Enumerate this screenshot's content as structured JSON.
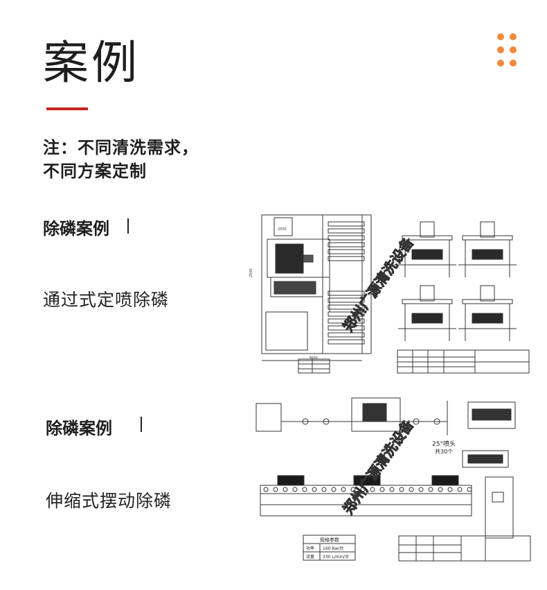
{
  "header": {
    "title": "案例",
    "accent_color": "#c8241d",
    "dot_color": "#f08a3c"
  },
  "note": {
    "line1": "注：不同清洗需求，",
    "line2": "不同方案定制"
  },
  "cases": [
    {
      "label": "除磷案例",
      "subtitle": "通过式定喷除磷",
      "drawing_dims": {
        "width": "3600",
        "height": "2500"
      },
      "watermark": "郑州广源清洗设备"
    },
    {
      "label": "除磷案例",
      "subtitle": "伸缩式摆动除磷",
      "nozzle_note": "25°喷头",
      "nozzle_count": "共30个",
      "spec_table": {
        "title": "规格参数",
        "rows": [
          {
            "name": "功率",
            "value": "160 Kw/台"
          },
          {
            "name": "流量",
            "value": "330 L/min/台"
          }
        ]
      },
      "watermark": "郑州广源清洗设备"
    }
  ]
}
